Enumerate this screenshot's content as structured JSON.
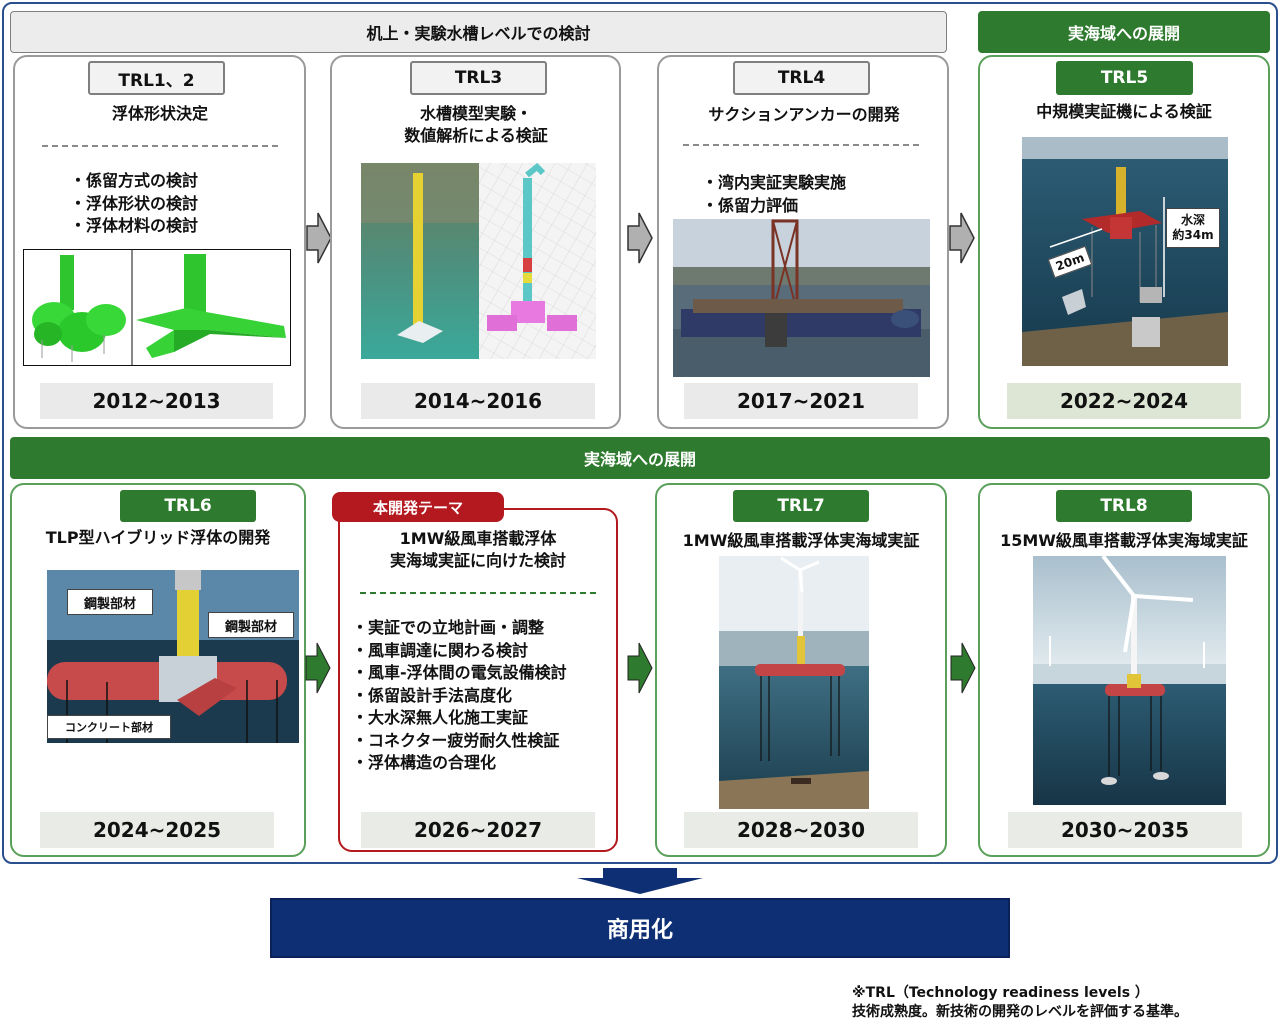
{
  "top_left_header": "机上・実験水槽レベルでの検討",
  "top_right_header": "実海域への展開",
  "middle_header": "実海域への展開",
  "stages": [
    {
      "trl": "TRL1、2",
      "title": "浮体形状決定",
      "bullets": [
        "・係留方式の検討",
        "・浮体形状の検討",
        "・浮体材料の検討"
      ],
      "years": "2012~2013"
    },
    {
      "trl": "TRL3",
      "title_lines": [
        "水槽模型実験・",
        "数値解析による検証"
      ],
      "years": "2014~2016"
    },
    {
      "trl": "TRL4",
      "title": "サクションアンカーの開発",
      "bullets": [
        "・湾内実証実験実施",
        "・係留力評価"
      ],
      "years": "2017~2021"
    },
    {
      "trl": "TRL5",
      "title": "中規模実証機による検証",
      "labels": {
        "depth_line1": "水深",
        "depth_line2": "約34m",
        "span": "20m"
      },
      "years": "2022~2024"
    },
    {
      "trl": "TRL6",
      "title": "TLP型ハイブリッド浮体の開発",
      "labels": {
        "steel1": "鋼製部材",
        "steel2": "鋼製部材",
        "concrete": "コンクリート部材"
      },
      "years": "2024~2025"
    },
    {
      "trl": "本開発テーマ",
      "title_lines": [
        "1MW級風車搭載浮体",
        "実海域実証に向けた検討"
      ],
      "bullets": [
        "・実証での立地計画・調整",
        "・風車調達に関わる検討",
        "・風車-浮体間の電気設備検討",
        "・係留設計手法高度化",
        "・大水深無人化施工実証",
        "・コネクター疲労耐久性検証",
        "・浮体構造の合理化"
      ],
      "years": "2026~2027"
    },
    {
      "trl": "TRL7",
      "title": "1MW級風車搭載浮体実海域実証",
      "years": "2028~2030"
    },
    {
      "trl": "TRL8",
      "title": "15MW級風車搭載浮体実海域実証",
      "years": "2030~2035"
    }
  ],
  "commercialization": "商用化",
  "footnote": {
    "line1": "※TRL（Technology readiness levels ）",
    "line2": "技術成熟度。新技術の開発のレベルを評価する基準。"
  },
  "colors": {
    "green": "#2e7a2e",
    "red": "#b3191e",
    "navy": "#0e2f73",
    "blue_border": "#2a4f8f"
  }
}
